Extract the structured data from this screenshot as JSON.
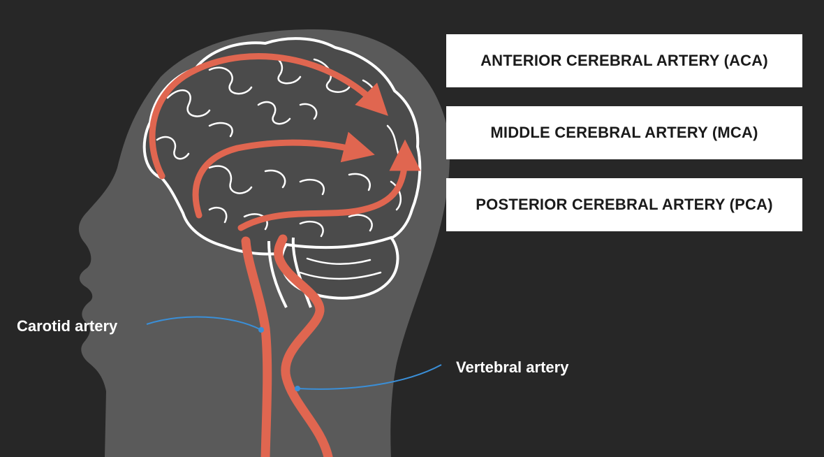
{
  "labels": {
    "aca": "ANTERIOR CEREBRAL ARTERY (ACA)",
    "mca": "MIDDLE CEREBRAL ARTERY (MCA)",
    "pca": "POSTERIOR CEREBRAL ARTERY (PCA)"
  },
  "callouts": {
    "carotid": "Carotid artery",
    "vertebral": "Vertebral artery"
  },
  "colors": {
    "background": "#272727",
    "head": "#5a5a5a",
    "brain": "#4a4a4a",
    "artery": "#e06650",
    "leader": "#3a8fd8",
    "box": "#ffffff"
  }
}
